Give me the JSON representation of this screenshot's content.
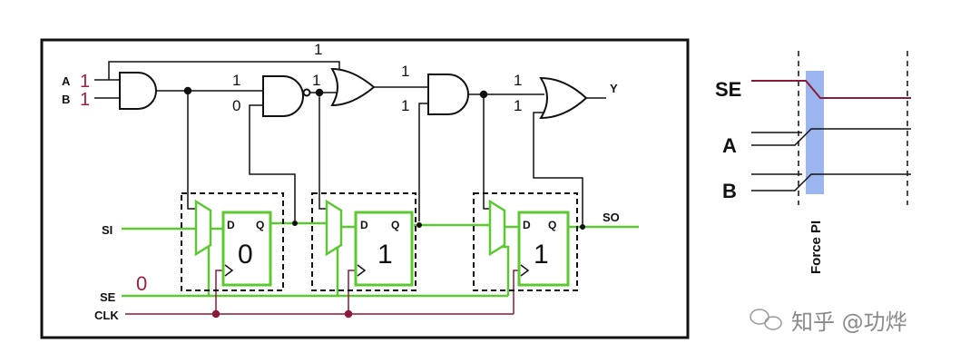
{
  "circuit": {
    "inputs": {
      "a": "A",
      "b": "B",
      "si": "SI",
      "se": "SE",
      "clk": "CLK"
    },
    "outputs": {
      "y": "Y",
      "so": "SO"
    },
    "input_values": {
      "a": "1",
      "b": "1",
      "se": "0"
    },
    "gate_values": {
      "and1_out": "1",
      "top_line": "1",
      "nand_in_top": "1",
      "nand_in_bottom": "0",
      "or1_in_top": "1",
      "and2_in_top": "1",
      "and2_in_bottom": "1",
      "or2_in_top": "1",
      "or2_in_bottom": "1"
    },
    "flipflops": [
      {
        "d": "D",
        "q": "Q",
        "value": "0"
      },
      {
        "d": "D",
        "q": "Q",
        "value": "1"
      },
      {
        "d": "D",
        "q": "Q",
        "value": "1"
      }
    ]
  },
  "timing": {
    "signals": {
      "se": "SE",
      "a": "A",
      "b": "B"
    },
    "phase_label": "Force PI",
    "colors": {
      "se": "#8b1a3a",
      "phase": "#9bb6ee"
    }
  },
  "watermark": {
    "text": "知乎 @功烨"
  },
  "colors": {
    "scan": "#5cc832",
    "clock": "#8b1a3a",
    "value_red": "#a0203a"
  }
}
